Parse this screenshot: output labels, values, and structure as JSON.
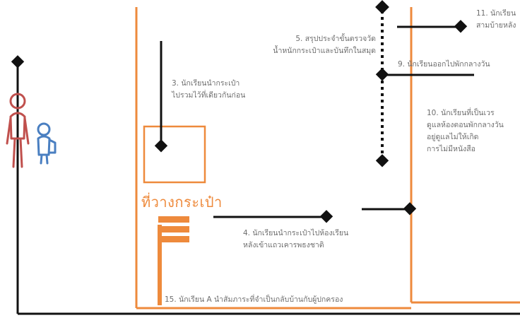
{
  "colors": {
    "orange": "#ee8a3c",
    "black": "#111111",
    "red": "#c0504d",
    "blue": "#4a7fc1",
    "text_gray": "#6e6e6e"
  },
  "icons": [
    "student-red-figure-icon",
    "student-blue-figure-icon",
    "diamond-marker-icon"
  ],
  "bag_area_label": "ที่วางกระเป๋า",
  "notes": {
    "n3": [
      "3. นักเรียนนำกระเป๋า",
      "ไปรวมไว้ที่เดียวกันก่อน"
    ],
    "n4": [
      "4. นักเรียนนำกระเป๋าไปห้องเรียน",
      "หลังเข้าแถวเคารพธงชาติ"
    ],
    "n5": [
      "5. สรุปประจำขั้นตรวจวัด",
      "น้ำหนักกระเป๋าและบันทึกในสมุด"
    ],
    "n9": [
      "9. นักเรียนออกไปพักกลางวัน"
    ],
    "n10": [
      "10. นักเรียนที่เป็นเวร",
      "ดูแลห้องตอนพักกลางวัน",
      "อยู่ดูแลไม่ให้เกิด",
      "การไม่มีหนังสือ"
    ],
    "n11": [
      "11. นักเรียน",
      "สามบ้ายหลัง"
    ],
    "n15": [
      "15. นักเรียน A นำสัมภาระที่จำเป็นกลับบ้านกับผู้ปกครอง"
    ]
  }
}
